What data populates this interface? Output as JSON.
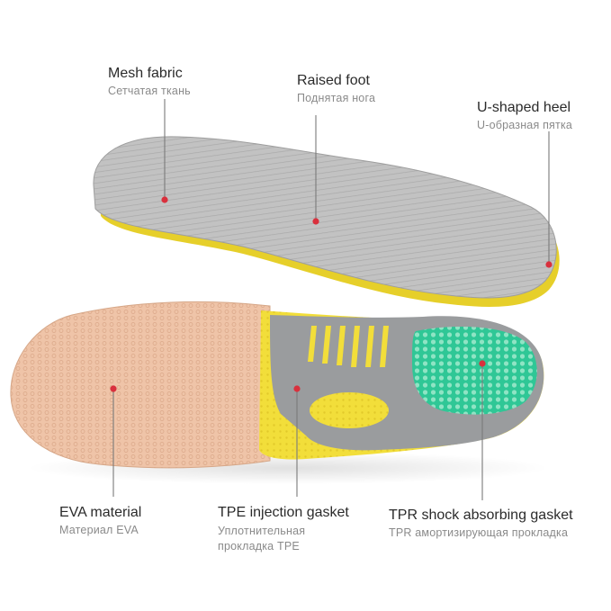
{
  "labels": {
    "mesh_fabric": {
      "en": "Mesh fabric",
      "ru": "Сетчатая ткань"
    },
    "raised_foot": {
      "en": "Raised foot",
      "ru": "Поднятая нога"
    },
    "u_shaped_heel": {
      "en": "U-shaped heel",
      "ru": "U-образная пятка"
    },
    "eva_material": {
      "en": "EVA material",
      "ru": "Материал EVA"
    },
    "tpe_gasket": {
      "en": "TPE injection gasket",
      "ru": "Уплотнительная прокладка TPE"
    },
    "tpr_gasket": {
      "en": "TPR shock absorbing gasket",
      "ru": "TPR амортизирующая прокладка"
    }
  },
  "colors": {
    "callout_line": "#7a7a7a",
    "callout_dot": "#d9303d",
    "mesh_gray": "#bcbcbc",
    "eva_tan": "#efc4a8",
    "tpe_yellow": "#f2de3a",
    "tpe_gray": "#9a9c9e",
    "tpr_green": "#2fc796"
  }
}
